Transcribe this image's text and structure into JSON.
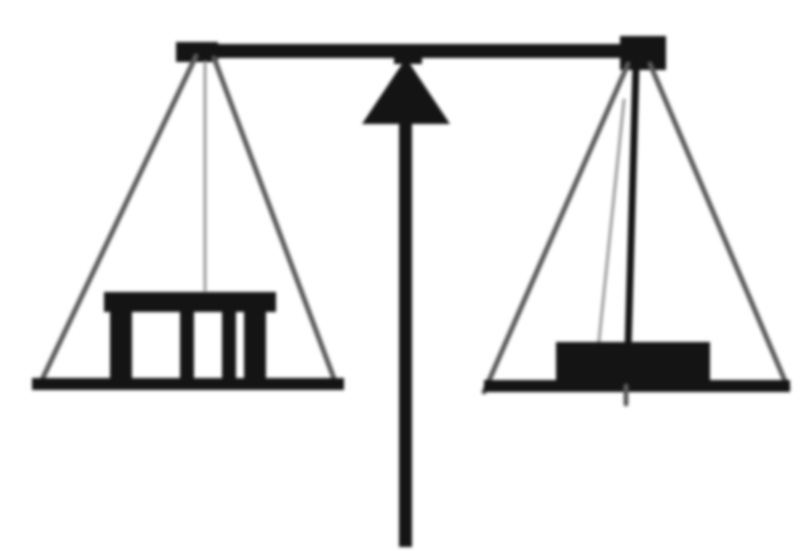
{
  "figure": {
    "background": "#ffffff",
    "ink": "#141414",
    "faint_line": "#5a5a5a",
    "faint_line_light": "#9a9a9a",
    "left_pan_object": "stool",
    "right_pan_object": "brick-weight",
    "balance_state": "level"
  }
}
